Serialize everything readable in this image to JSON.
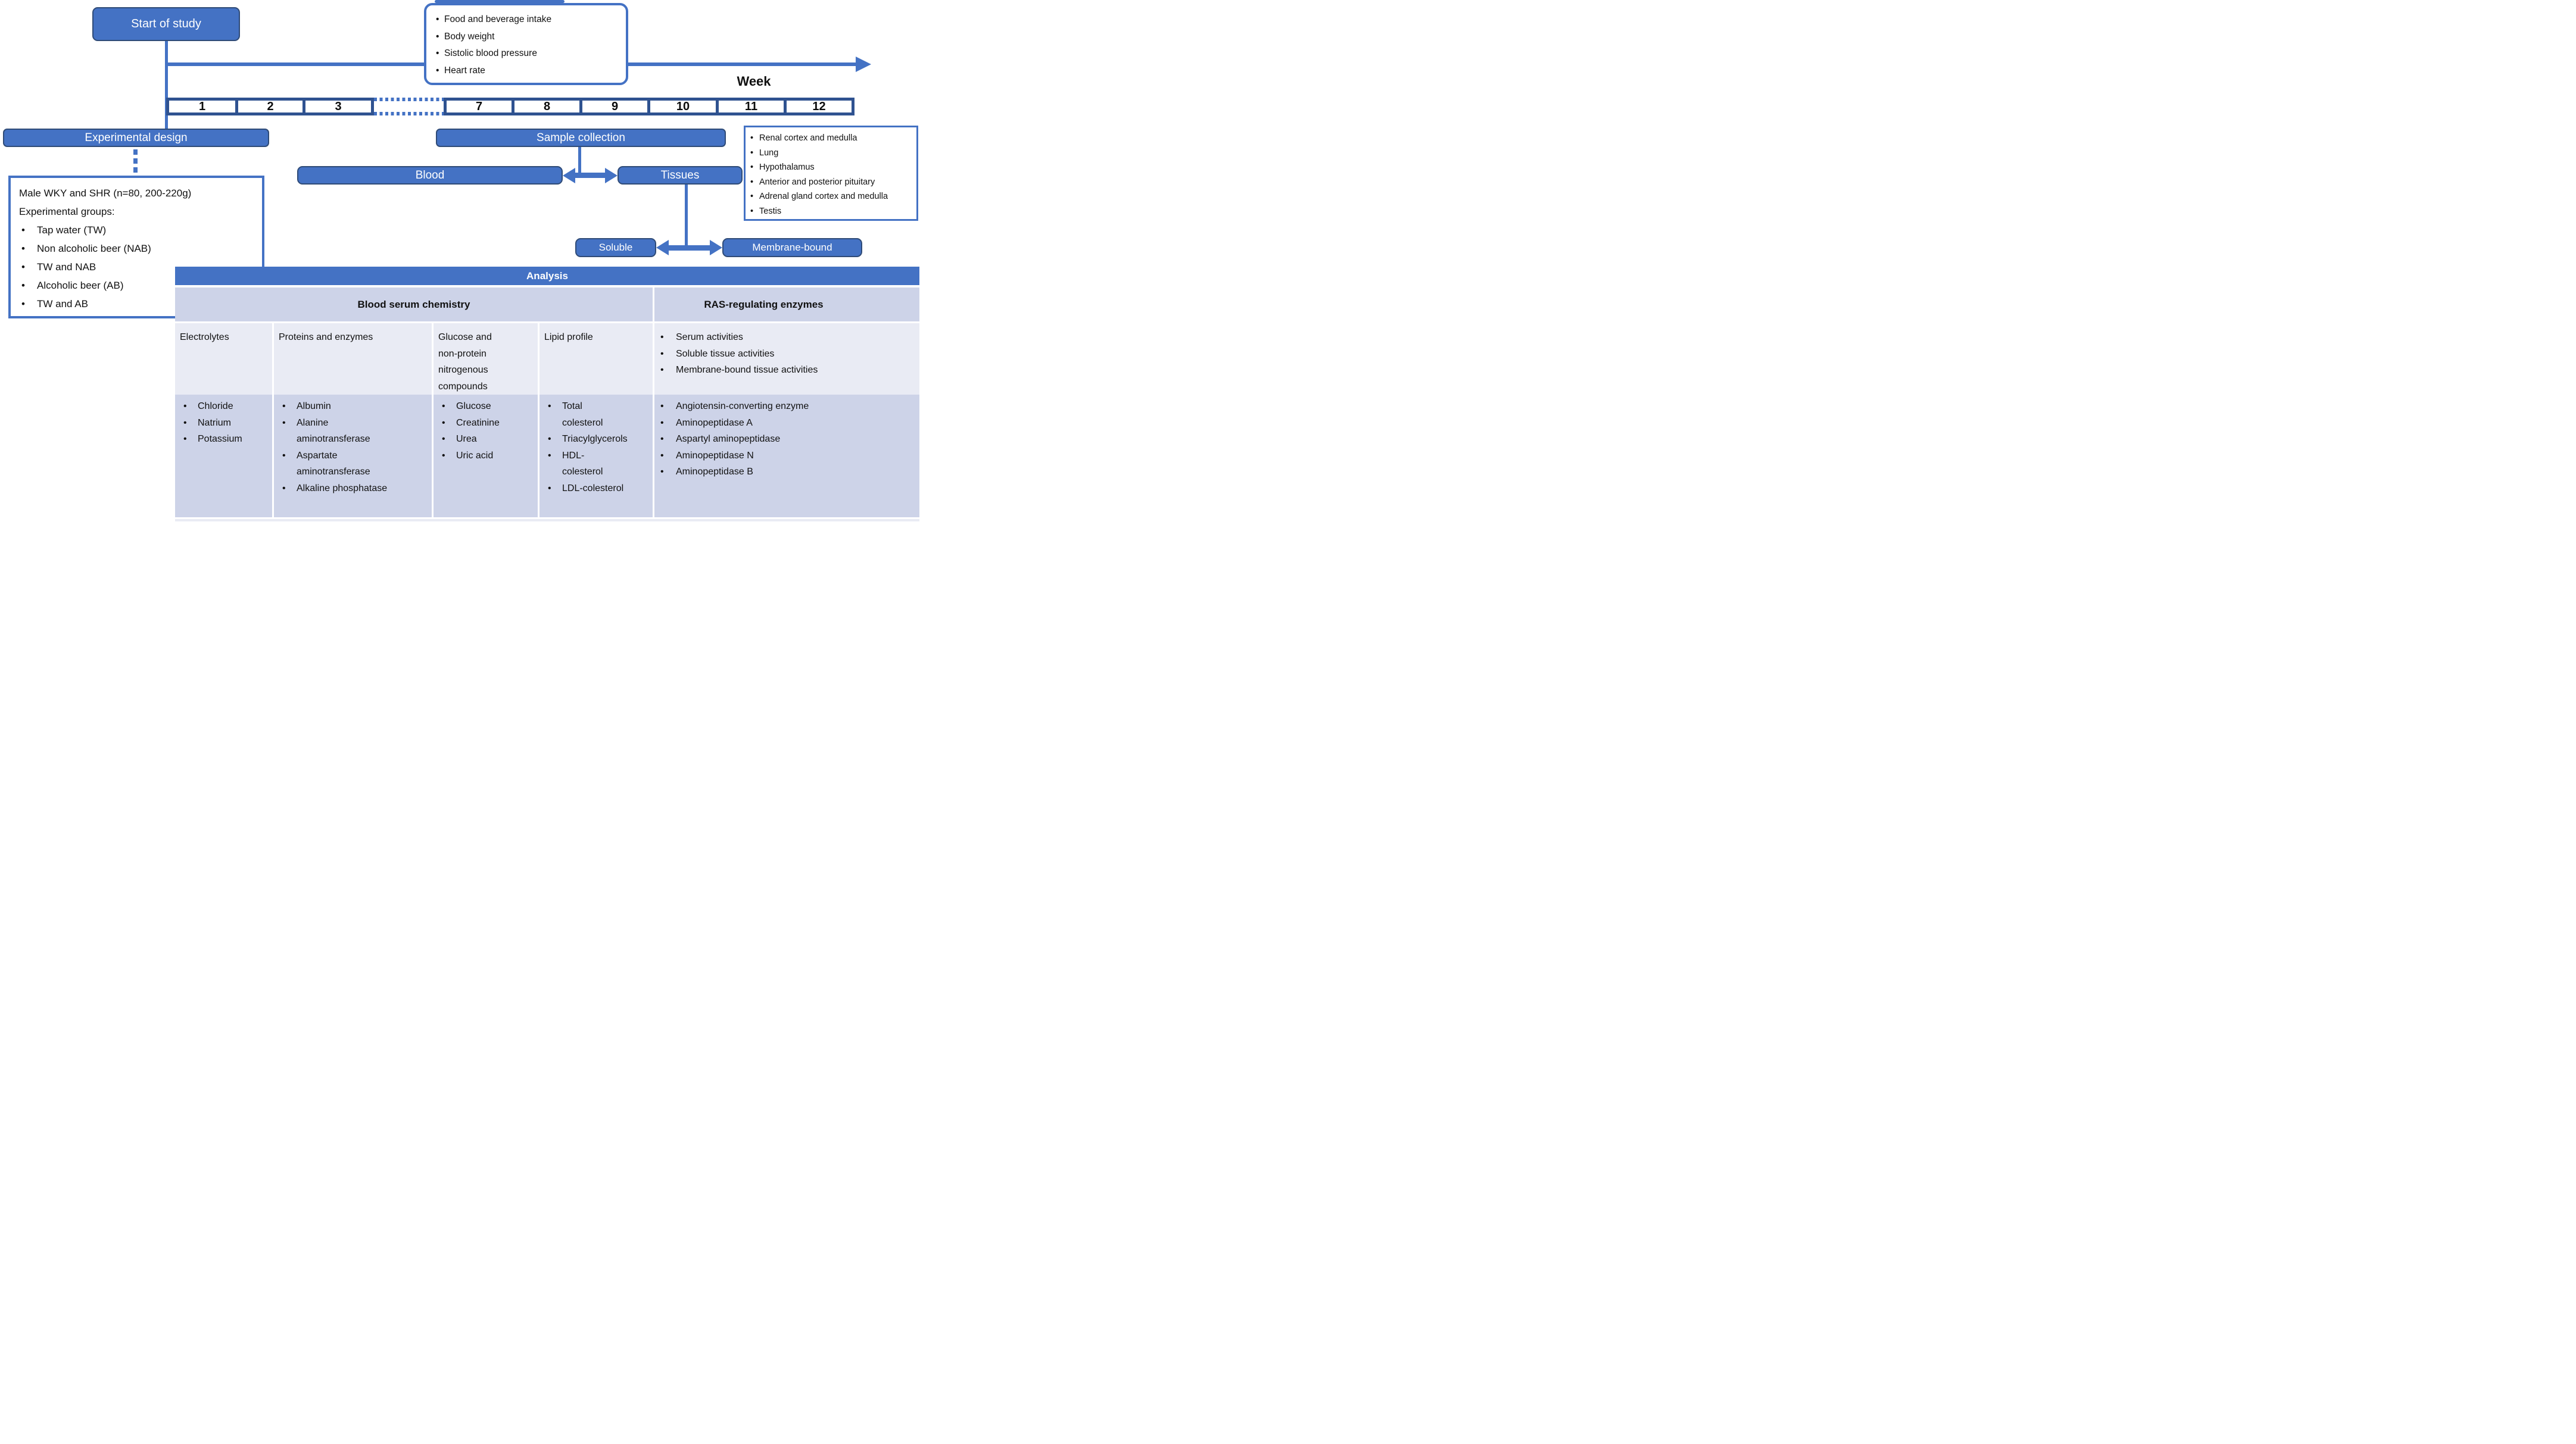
{
  "palette": {
    "accent": "#4472C4",
    "accent_dark": "#2F5290",
    "box_border": "#2F4B77",
    "row_light": "#E9EBF4",
    "row_dark": "#CDD3E8"
  },
  "flow": {
    "start": "Start of study",
    "monitoring": [
      "Food and beverage intake",
      "Body weight",
      "Sistolic blood pressure",
      "Heart rate"
    ],
    "week_label": "Week",
    "weeks": [
      "1",
      "2",
      "3",
      "7",
      "8",
      "9",
      "10",
      "11",
      "12"
    ],
    "experimental_design": "Experimental design",
    "design_details": {
      "line1": "Male WKY and SHR (n=80, 200-220g)",
      "line2": "Experimental groups:",
      "groups": [
        "Tap water (TW)",
        "Non alcoholic beer (NAB)",
        "TW and NAB",
        "Alcoholic beer (AB)",
        "TW and AB"
      ]
    },
    "sample_collection": "Sample collection",
    "blood": "Blood",
    "tissues": "Tissues",
    "tissue_list": [
      "Renal cortex and medulla",
      "Lung",
      "Hypothalamus",
      "Anterior and posterior pituitary",
      "Adrenal gland cortex and medulla",
      "Testis"
    ],
    "soluble": "Soluble",
    "membrane": "Membrane-bound"
  },
  "table": {
    "title": "Analysis",
    "serum_header": "Blood serum chemistry",
    "ras_header": "RAS-regulating enzymes",
    "subcolumns": [
      {
        "header": "Electrolytes",
        "items": [
          "Chloride",
          "Natrium",
          "Potassium"
        ]
      },
      {
        "header": "Proteins and enzymes",
        "items": [
          "Albumin",
          "Alanine aminotransferase",
          "Aspartate aminotransferase",
          "Alkaline phosphatase"
        ]
      },
      {
        "header": "Glucose and non-protein nitrogenous compounds",
        "items": [
          "Glucose",
          "Creatinine",
          "Urea",
          "Uric acid"
        ]
      },
      {
        "header": "Lipid profile",
        "items": [
          "Total colesterol",
          "Triacylglycerols",
          "HDL-colesterol",
          "LDL-colesterol"
        ]
      }
    ],
    "ras_activities": [
      "Serum activities",
      "Soluble tissue activities",
      "Membrane-bound tissue activities"
    ],
    "ras_enzymes": [
      "Angiotensin-converting enzyme",
      "Aminopeptidase A",
      "Aspartyl aminopeptidase",
      "Aminopeptidase N",
      "Aminopeptidase B"
    ]
  }
}
